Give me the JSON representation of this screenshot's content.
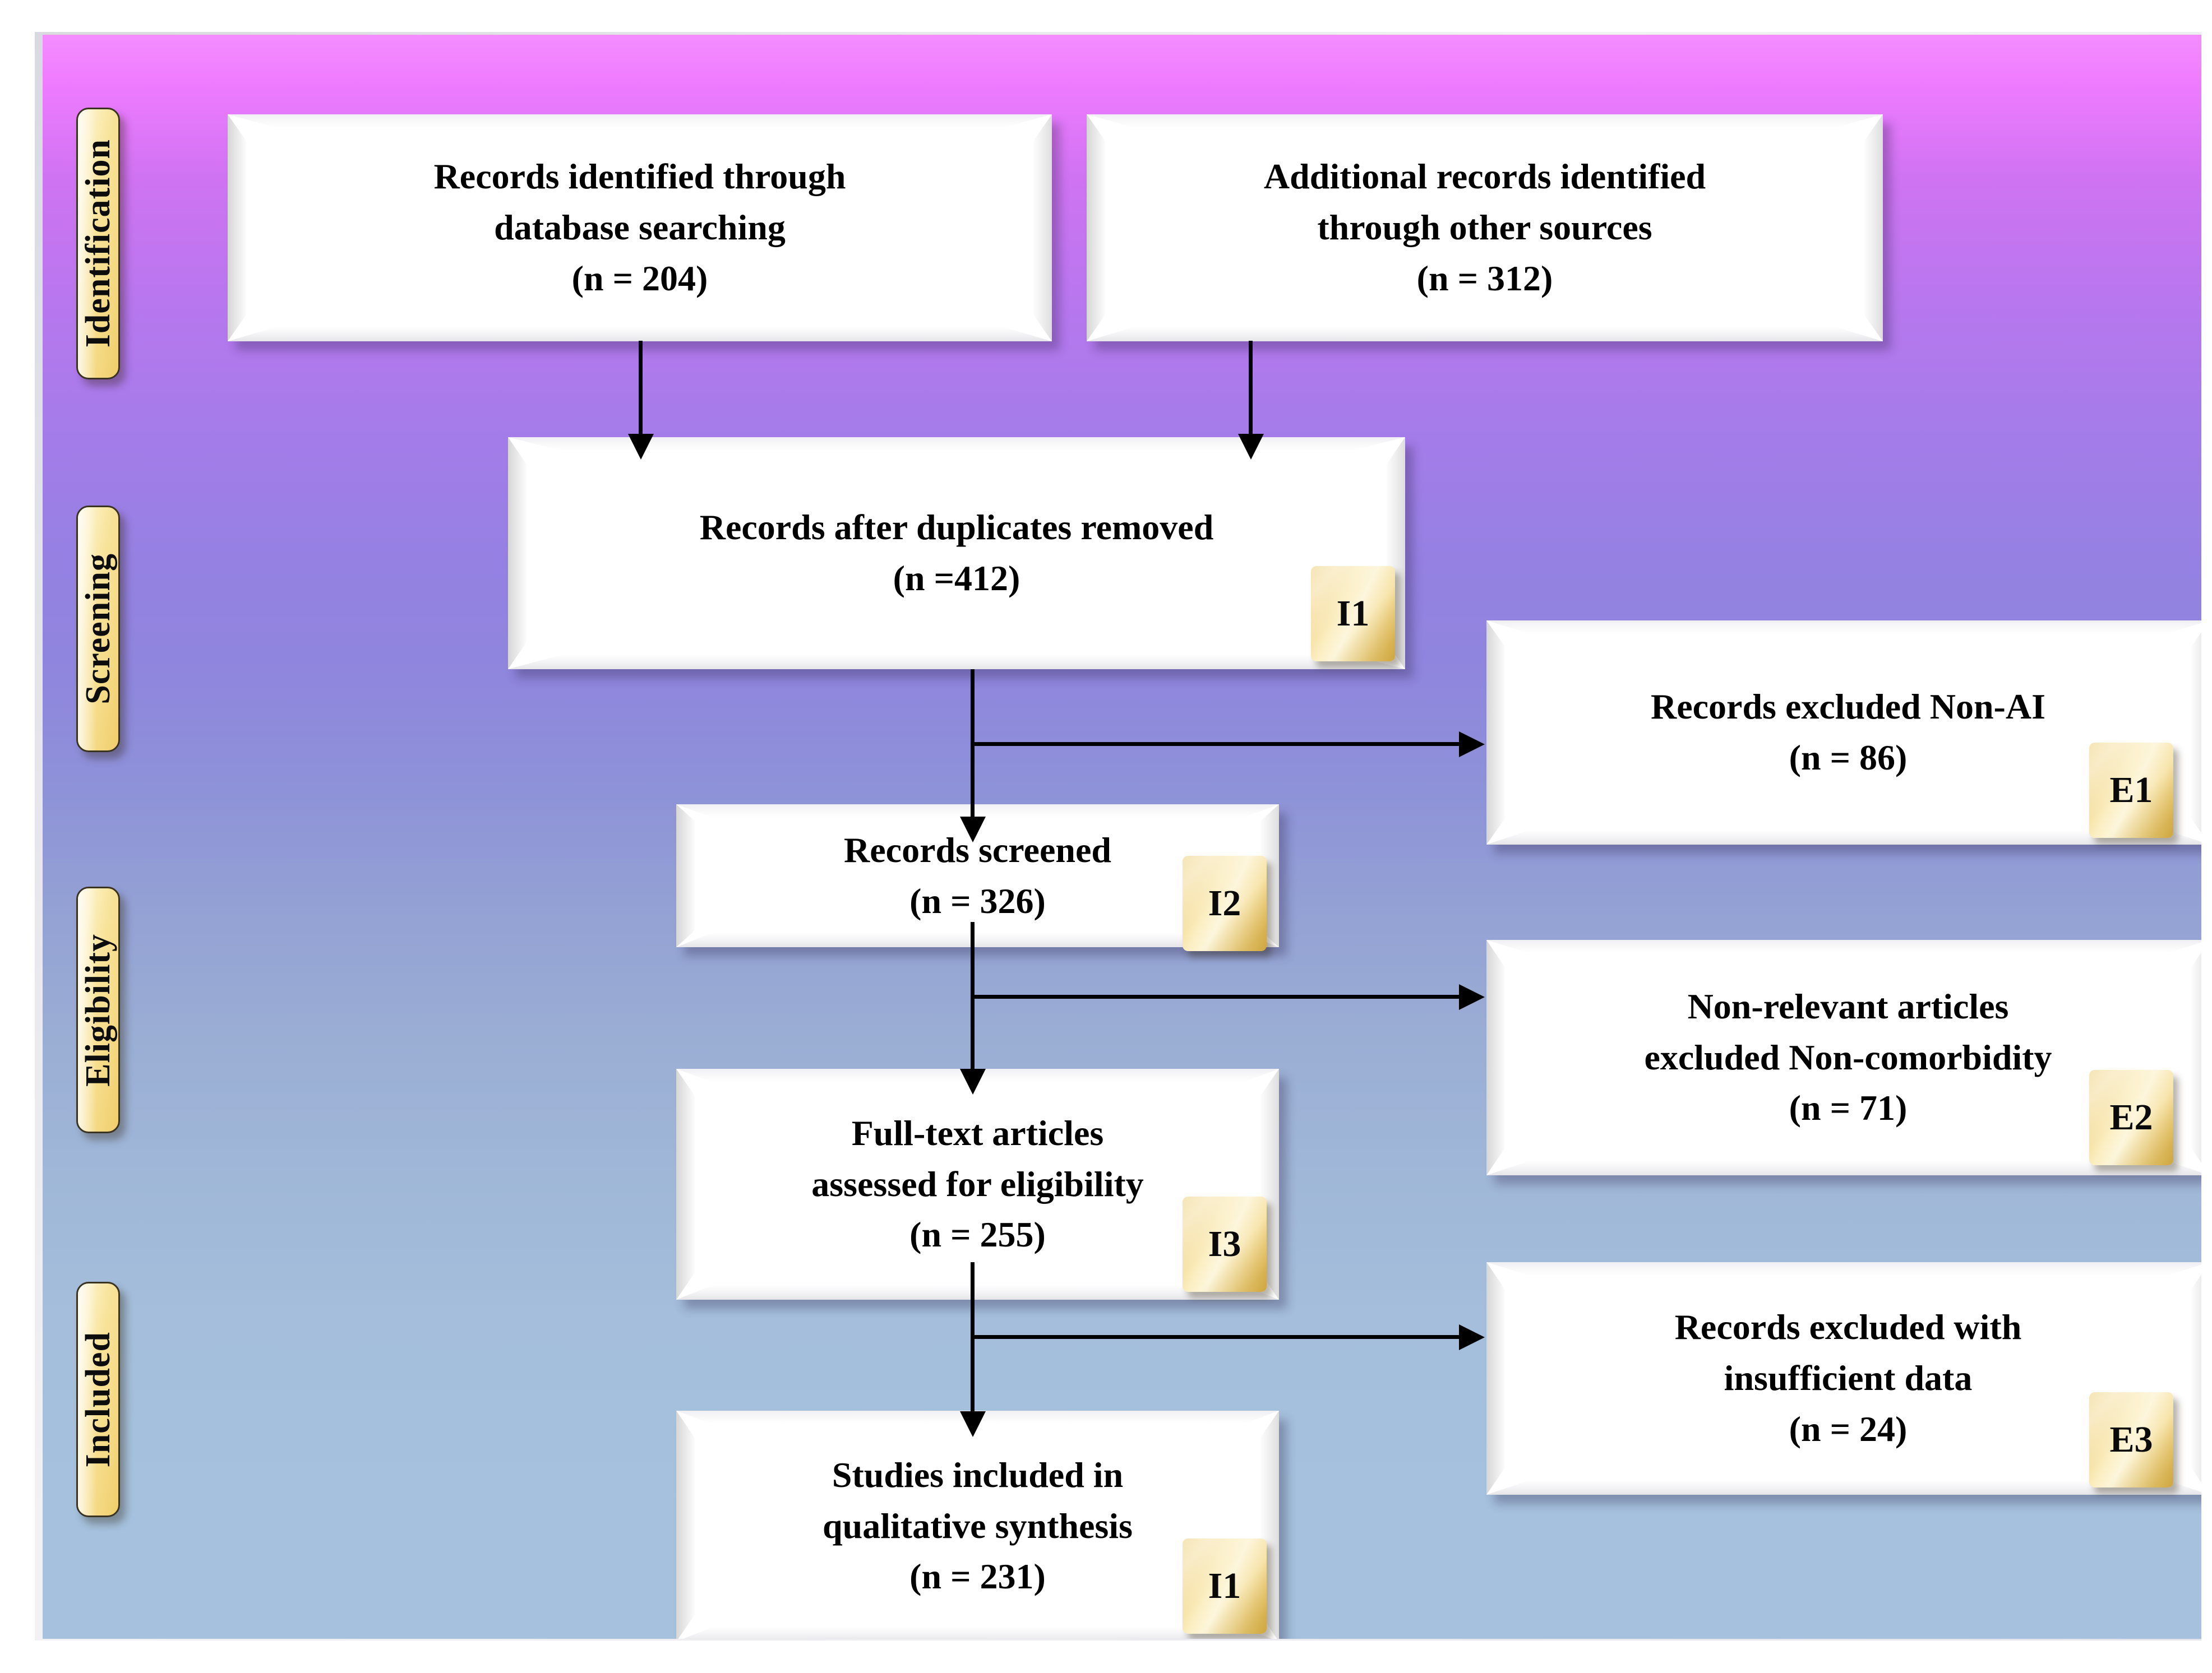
{
  "figure": {
    "type": "prisma-flow-diagram",
    "background": {
      "gradient_top": "#f48dff",
      "gradient_mid": "#8e92d8",
      "gradient_bottom": "#a5c1dd"
    },
    "accent_badge_color": "#f3d67c",
    "box_fill": "#ffffff",
    "connector_color": "#000000"
  },
  "stages": [
    {
      "id": "identification",
      "label": "Identification"
    },
    {
      "id": "screening",
      "label": "Screening"
    },
    {
      "id": "eligibility",
      "label": "Eligibility"
    },
    {
      "id": "included",
      "label": "Included"
    }
  ],
  "boxes": {
    "db_search": {
      "lines": [
        "Records identified through",
        "database searching",
        "(n = 204)"
      ],
      "count": 204,
      "badge": null
    },
    "other_sources": {
      "lines": [
        "Additional records identified",
        "through other sources",
        "(n = 312)"
      ],
      "count": 312,
      "badge": null
    },
    "duplicates_removed": {
      "lines": [
        "Records after duplicates removed",
        "(n =412)"
      ],
      "count": 412,
      "badge": "I1"
    },
    "excluded_non_ai": {
      "lines": [
        "Records excluded Non-AI",
        "(n = 86)"
      ],
      "count": 86,
      "badge": "E1"
    },
    "records_screened": {
      "lines": [
        "Records screened",
        "(n = 326)"
      ],
      "count": 326,
      "badge": "I2"
    },
    "excluded_non_comorbidity": {
      "lines": [
        "Non-relevant articles",
        "excluded Non-comorbidity",
        "(n = 71)"
      ],
      "count": 71,
      "badge": "E2"
    },
    "full_text_assessed": {
      "lines": [
        "Full-text articles",
        "assessed for eligibility",
        "(n = 255)"
      ],
      "count": 255,
      "badge": "I3"
    },
    "excluded_insufficient": {
      "lines": [
        "Records excluded with",
        "insufficient data",
        "(n = 24)"
      ],
      "count": 24,
      "badge": "E3"
    },
    "studies_included": {
      "lines": [
        "Studies included in",
        "qualitative synthesis",
        "(n = 231)"
      ],
      "count": 231,
      "badge": "I1"
    }
  }
}
